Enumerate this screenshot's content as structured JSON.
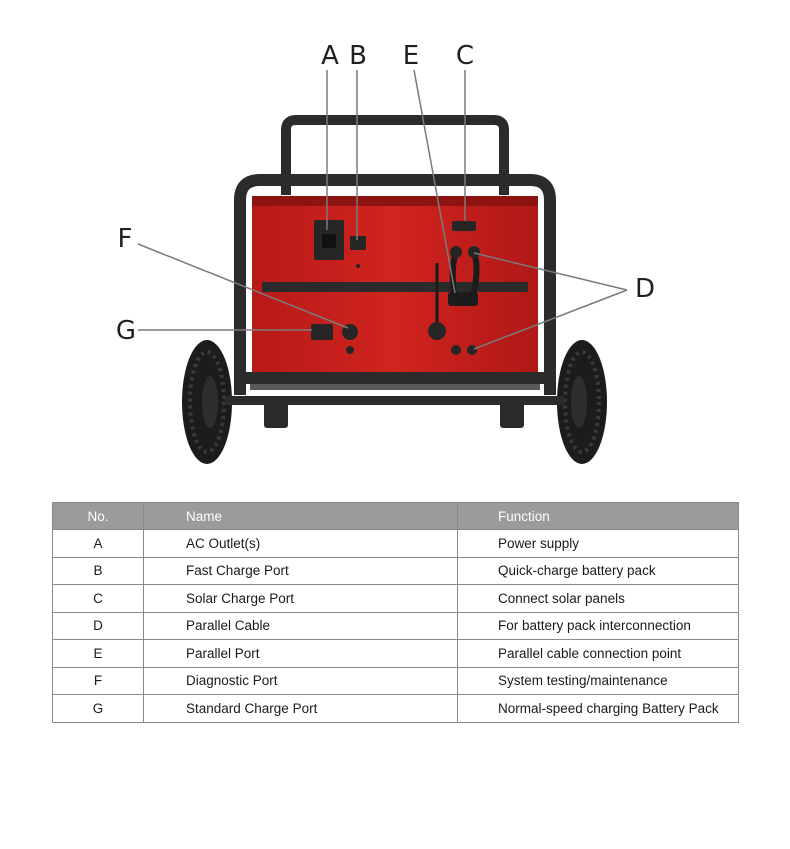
{
  "callouts": [
    "A",
    "B",
    "E",
    "C",
    "F",
    "G",
    "D"
  ],
  "colors": {
    "body": "#c8201e",
    "frame": "#2b2b2b",
    "label": "#231f20",
    "header_bg": "#9b9b9b"
  },
  "table": {
    "headers": {
      "no": "No.",
      "name": "Name",
      "function": "Function"
    },
    "rows": [
      {
        "no": "A",
        "name": "AC Outlet(s)",
        "function": "Power supply"
      },
      {
        "no": "B",
        "name": "Fast Charge Port",
        "function": "Quick-charge battery pack"
      },
      {
        "no": "C",
        "name": "Solar Charge Port",
        "function": "Connect solar panels"
      },
      {
        "no": "D",
        "name": "Parallel Cable",
        "function": "For battery pack interconnection"
      },
      {
        "no": "E",
        "name": "Parallel Port",
        "function": "Parallel cable connection point"
      },
      {
        "no": "F",
        "name": "Diagnostic Port",
        "function": "System testing/maintenance"
      },
      {
        "no": "G",
        "name": "Standard Charge Port",
        "function": "Normal-speed charging Battery Pack"
      }
    ]
  }
}
